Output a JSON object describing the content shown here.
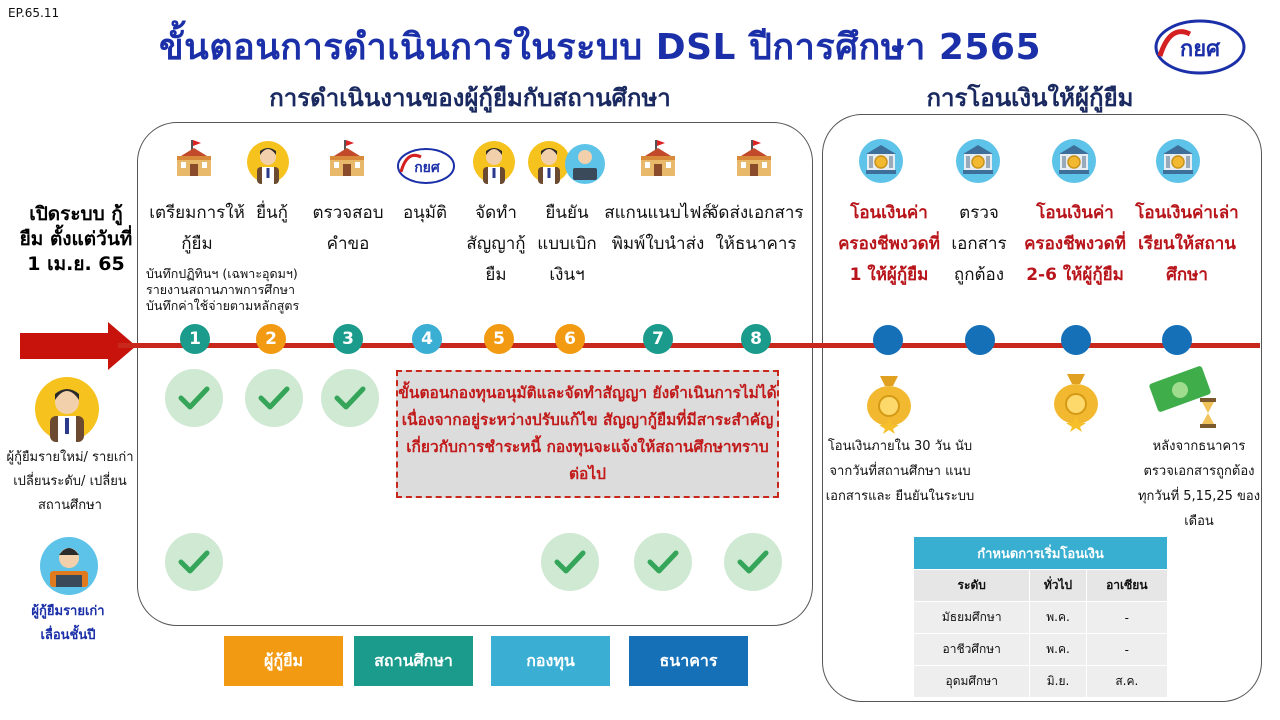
{
  "header": {
    "code": "EP.65.11",
    "title": "ขั้นตอนการดำเนินการในระบบ DSL ปีการศึกษา 2565",
    "left_section": "การดำเนินงานของผู้กู้ยืมกับสถานศึกษา",
    "right_section": "การโอนเงินให้ผู้กู้ยืม"
  },
  "open_system": "เปิดระบบ กู้ยืม ตั้งแต่วันที่ 1 เม.ย. 65",
  "steps": [
    {
      "num": "1",
      "label": "เตรียมการให้กู้ยืม",
      "color": "#1a9b8b",
      "icon": "school-icon"
    },
    {
      "num": "2",
      "label": "ยื่นกู้",
      "color": "#f29a12",
      "icon": "student-icon"
    },
    {
      "num": "3",
      "label": "ตรวจสอบคำขอ",
      "color": "#1a9b8b",
      "icon": "school-icon"
    },
    {
      "num": "4",
      "label": "อนุมัติ",
      "color": "#3aaed3",
      "icon": "fund-logo-icon"
    },
    {
      "num": "5",
      "label": "จัดทำสัญญากู้ยืม",
      "color": "#f29a12",
      "icon": "student-icon"
    },
    {
      "num": "6",
      "label": "ยืนยันแบบเบิกเงินฯ",
      "color": "#f29a12",
      "icon": "student-computer-icon"
    },
    {
      "num": "7",
      "label": "สแกนแนบไฟล์ พิมพ์ใบนำส่ง",
      "color": "#1a9b8b",
      "icon": "school-icon"
    },
    {
      "num": "8",
      "label": "จัดส่งเอกสารให้ธนาคาร",
      "color": "#1a9b8b",
      "icon": "school-icon"
    }
  ],
  "step1_notes": [
    "บันทึกปฏิทินฯ (เฉพาะอุดมฯ)",
    "รายงานสถานภาพการศึกษา",
    "บันทึกค่าใช้จ่ายตามหลักสูตร"
  ],
  "payments": [
    {
      "label": "โอนเงินค่าครองชีพงวดที่ 1 ให้ผู้กู้ยืม",
      "red": true
    },
    {
      "label": "ตรวจเอกสารถูกต้อง",
      "red": false
    },
    {
      "label": "โอนเงินค่าครองชีพงวดที่ 2-6 ให้ผู้กู้ยืม",
      "red": true
    },
    {
      "label": "โอนเงินค่าเล่าเรียนให้สถานศึกษา",
      "red": true
    }
  ],
  "pay_note_1": "โอนเงินภายใน 30 วัน นับจากวันที่สถานศึกษา แนบเอกสารและ ยืนยันในระบบ",
  "pay_note_2": "หลังจากธนาคาร ตรวจเอกสารถูกต้อง ทุกวันที่ 5,15,25 ของเดือน",
  "notice": "ขั้นตอนกองทุนอนุมัติและจัดทำสัญญา ยังดำเนินการไม่ได้ เนื่องจากอยู่ระหว่างปรับแก้ไข สัญญากู้ยืมที่มีสาระสำคัญเกี่ยวกับการชำระหนี้ กองทุนจะแจ้งให้สถานศึกษาทราบต่อไป",
  "borrower_new": "ผู้กู้ยืมรายใหม่/ รายเก่าเปลี่ยนระดับ/ เปลี่ยนสถานศึกษา",
  "borrower_old": "ผู้กู้ยืมรายเก่า เลื่อนชั้นปี",
  "legend": [
    {
      "label": "ผู้กู้ยืม",
      "color": "#f29a12"
    },
    {
      "label": "สถานศึกษา",
      "color": "#1a9b8b"
    },
    {
      "label": "กองทุน",
      "color": "#3aaed3"
    },
    {
      "label": "ธนาคาร",
      "color": "#1570b8"
    }
  ],
  "table": {
    "title": "กำหนดการเริ่มโอนเงิน",
    "headers": [
      "ระดับ",
      "ทั่วไป",
      "อาเซียน"
    ],
    "rows": [
      [
        "มัธยมศึกษา",
        "พ.ค.",
        "-"
      ],
      [
        "อาชีวศึกษา",
        "พ.ค.",
        "-"
      ],
      [
        "อุดมศึกษา",
        "มิ.ย.",
        "ส.ค."
      ]
    ]
  },
  "colors": {
    "title": "#1a2fa8",
    "red": "#c8271b",
    "check_bg": "#cfe9d3",
    "check": "#35a55a"
  }
}
